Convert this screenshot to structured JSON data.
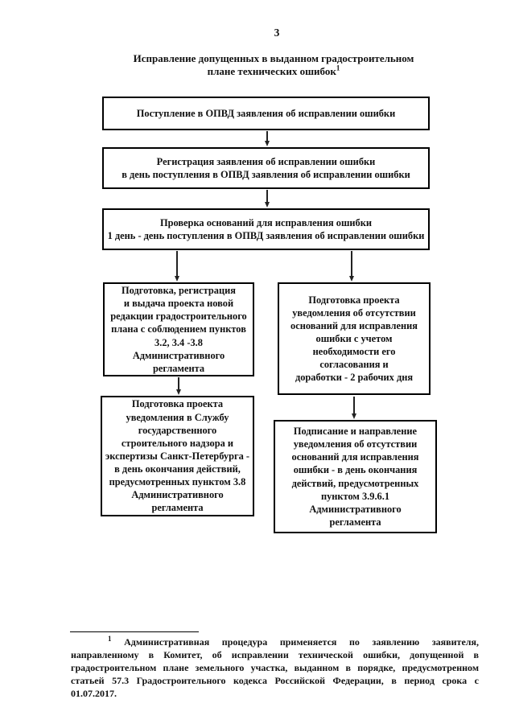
{
  "page": {
    "number": "3"
  },
  "title": {
    "text": "Исправление допущенных в выданном градостроительном\nплане технических ошибок",
    "footnote_ref": "1"
  },
  "flowchart": {
    "boxes": [
      {
        "name": "step-1",
        "text": "Поступление в ОПВД заявления об исправлении ошибки"
      },
      {
        "name": "step-2",
        "text": "Регистрация заявления об исправлении ошибки\nв день поступления в ОПВД заявления об исправлении ошибки"
      },
      {
        "name": "step-3",
        "text": "Проверка оснований для исправления ошибки\n1 день - день поступления в ОПВД заявления об исправлении ошибки"
      },
      {
        "name": "step-4-left",
        "text": "Подготовка, регистрация\nи выдача проекта новой\nредакции градостроительного\nплана с соблюдением пунктов\n3.2, 3.4 -3.8\nАдминистративного\nрегламента"
      },
      {
        "name": "step-5-right",
        "text": "Подготовка проекта\nуведомления об отсутствии\nоснований для исправления\nошибки с учетом\nнеобходимости его\nсогласования и\nдоработки - 2 рабочих дня"
      },
      {
        "name": "step-6-left",
        "text": "Подготовка проекта\nуведомления в Службу\nгосударственного\nстроительного надзора и\nэкспертизы Санкт-Петербурга -\nв день окончания действий,\nпредусмотренных пунктом 3.8\nАдминистративного\nрегламента"
      },
      {
        "name": "step-7-right",
        "text": "Подписание и направление\nуведомления об отсутствии\nоснований для исправления\nошибки - в день окончания\nдействий, предусмотренных\nпунктом 3.9.6.1\nАдминистративного\nрегламента"
      }
    ]
  },
  "footnote": {
    "ref": "1",
    "text": "Административная процедура применяется по заявлению заявителя, направленному в Комитет, об исправлении технической ошибки, допущенной в градостроительном плане земельного участка, выданном в порядке, предусмотренном статьей 57.3 Градостроительного кодекса Российской Федерации, в период срока с 01.07.2017."
  }
}
